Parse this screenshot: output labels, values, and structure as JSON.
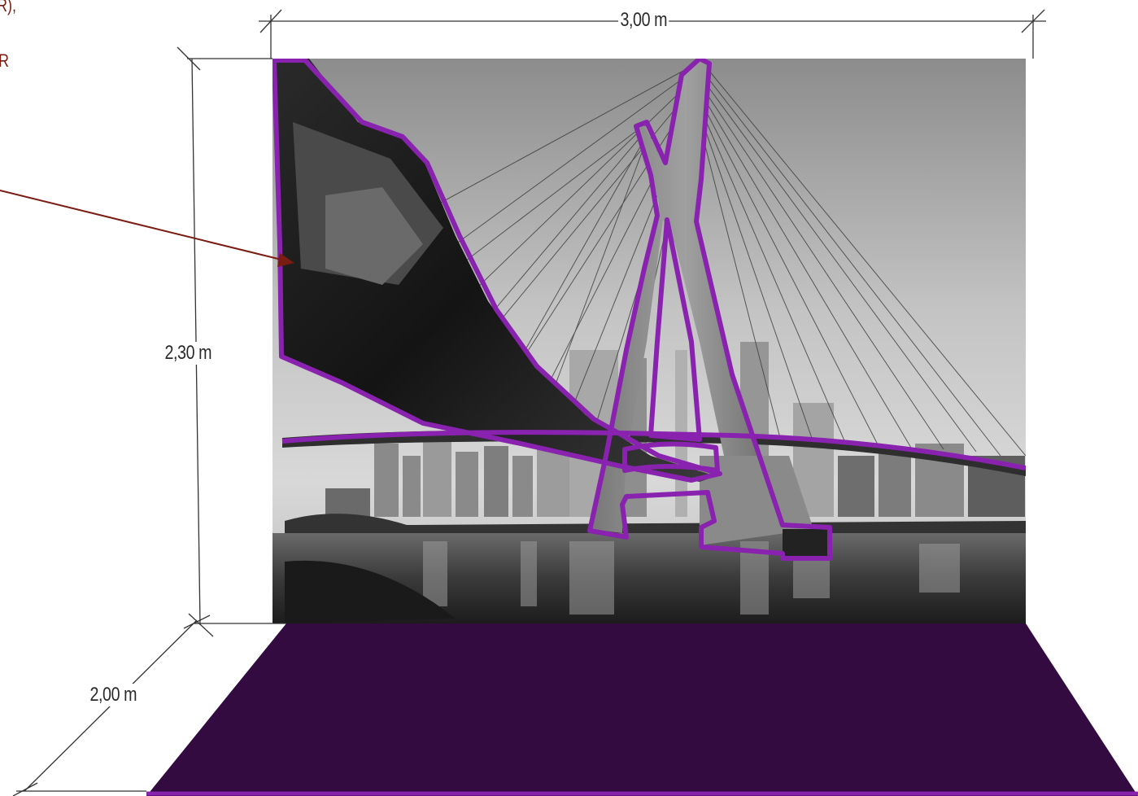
{
  "annotation": {
    "line1": "R),",
    "line2": "R"
  },
  "dimensions": {
    "width": "3,00 m",
    "height": "2,30 m",
    "depth": "2,00 m"
  },
  "colors": {
    "floor": "#330b40",
    "outline": "#8a22b0",
    "dimension_line": "#333333",
    "annotation": "#7a1c12"
  },
  "backdrop": {
    "image_subject": "cable-stayed-bridge-photo",
    "tone": "grayscale"
  }
}
